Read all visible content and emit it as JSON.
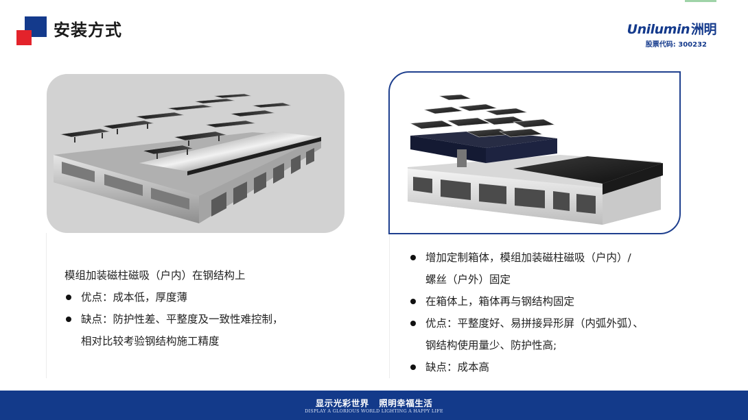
{
  "header": {
    "title": "安装方式",
    "brand_name_en": "Unilumin",
    "brand_name_cn": "洲明",
    "stock_code": "股票代码: 300232"
  },
  "left": {
    "description": "模组加装磁柱磁吸（户内）在钢结构上",
    "bullets": [
      "优点：成本低，厚度薄",
      "缺点：防护性差、平整度及一致性难控制，"
    ],
    "bullet2_cont": "相对比较考验钢结构施工精度"
  },
  "right": {
    "bullet1_line1": "增加定制箱体，模组加装磁柱磁吸（户内）/",
    "bullet1_line2": "螺丝（户外）固定",
    "bullet2": "在箱体上，箱体再与钢结构固定",
    "bullet3_line1": "优点：平整度好、易拼接异形屏（内弧外弧）、",
    "bullet3_line2": "钢结构使用量少、防护性高;",
    "bullet4": "缺点：成本高"
  },
  "footer": {
    "slogan_cn": "显示光彩世界   照明幸福生活",
    "slogan_en": "DISPLAY A GLORIOUS WORLD LIGHTING A HAPPY LIFE"
  },
  "colors": {
    "brand_blue": "#133a8a",
    "brand_red": "#e3232b",
    "panel_gray": "#d2d2d2"
  },
  "icons": [
    "logo-mark-icon",
    "bullet-dot-icon"
  ]
}
